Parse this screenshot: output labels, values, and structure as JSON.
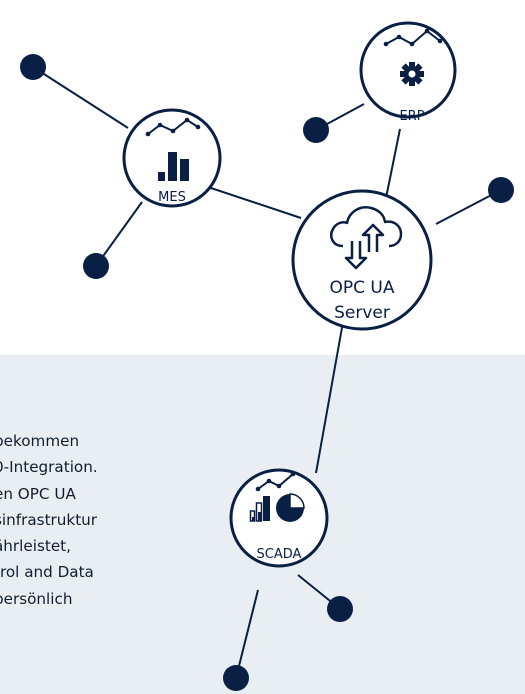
{
  "nodes": {
    "mes": {
      "label": "MES"
    },
    "erp": {
      "label": "ERP"
    },
    "opc": {
      "label_line1": "OPC UA",
      "label_line2": "Server"
    },
    "scada": {
      "label": "SCADA"
    }
  },
  "body_text": [
    "bekommen",
    "0-Integration.",
    "en OPC UA",
    "sinfrastruktur",
    "ährleistet,",
    "trol and Data",
    "persönlich"
  ],
  "colors": {
    "navy": "#0a1f44",
    "band_background": "#e9eef3",
    "line": "#0a1f44"
  },
  "icons": [
    "trend-line-icon",
    "bar-chart-icon",
    "gear-icon",
    "cloud-updown-icon",
    "pie-chart-icon"
  ]
}
